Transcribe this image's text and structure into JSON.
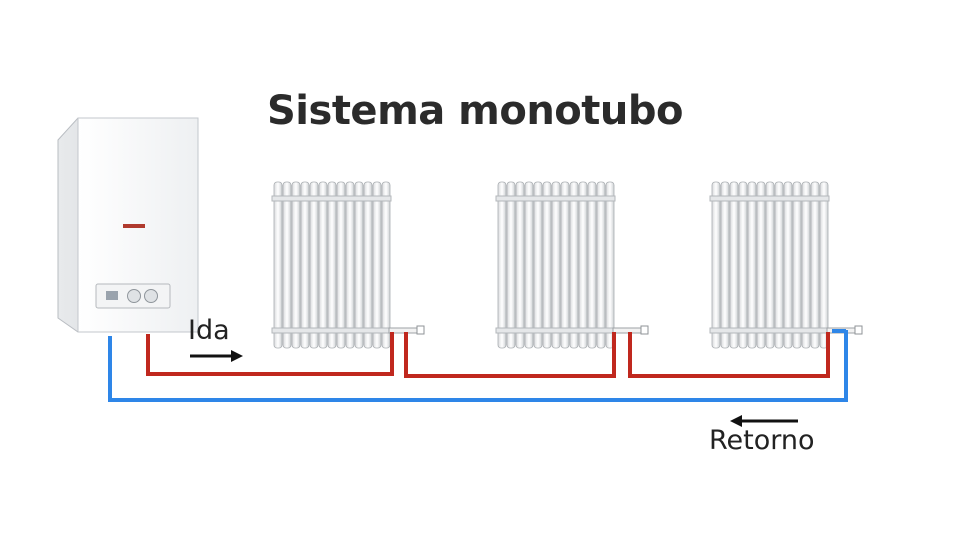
{
  "title": "Sistema monotubo",
  "labels": {
    "supply": "Ida",
    "return": "Retorno"
  },
  "colors": {
    "supply_pipe": "#c0281e",
    "return_pipe": "#2e86e8",
    "arrow": "#111111",
    "title": "#2b2b2b"
  },
  "icons": {
    "boiler": "wall-boiler-icon",
    "radiator": "column-radiator-icon",
    "arrow": "flow-arrow-icon"
  },
  "radiators": [
    {
      "name": "radiator-1"
    },
    {
      "name": "radiator-2"
    },
    {
      "name": "radiator-3"
    }
  ]
}
